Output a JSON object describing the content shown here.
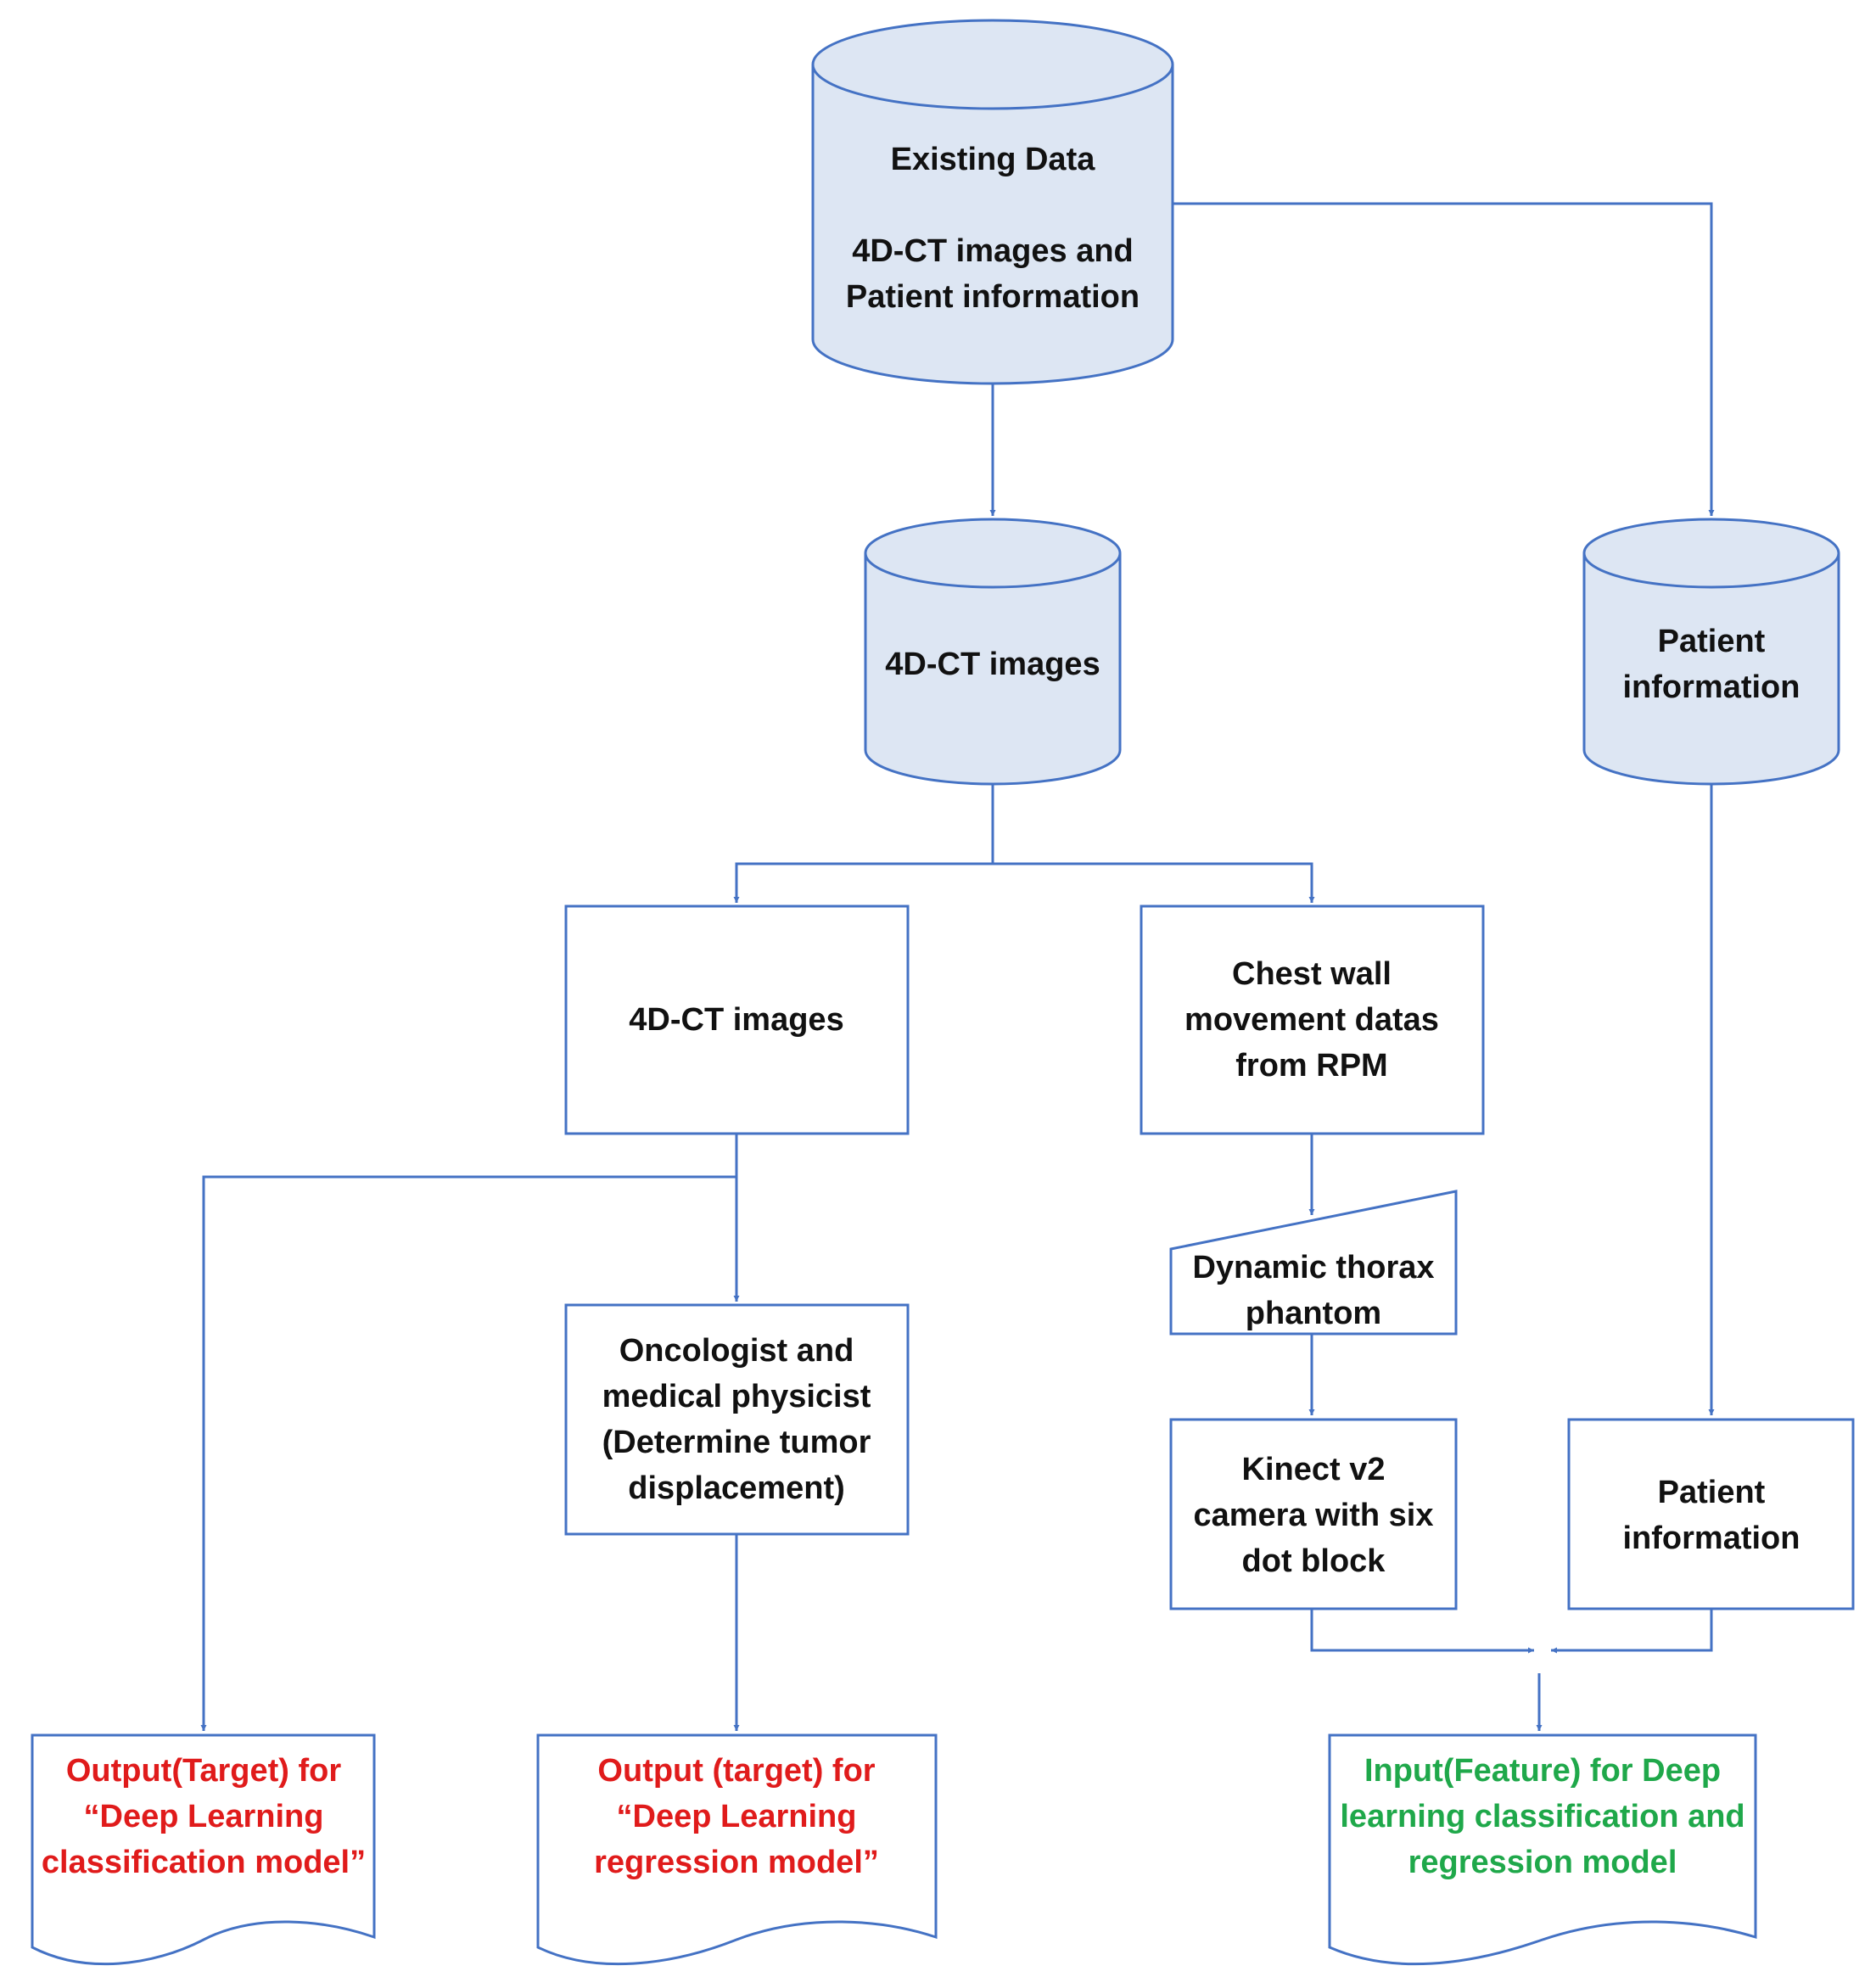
{
  "nodes": {
    "existing_data": {
      "lines": [
        "Existing Data",
        "",
        "4D-CT images and",
        "Patient information"
      ]
    },
    "ct_images_db": {
      "lines": [
        "4D-CT images"
      ]
    },
    "patient_info_db": {
      "lines": [
        "Patient",
        "information"
      ]
    },
    "ct_images_box": {
      "lines": [
        "4D-CT images"
      ]
    },
    "chest_wall_box": {
      "lines": [
        "Chest wall",
        "movement datas",
        "from RPM"
      ]
    },
    "phantom_box": {
      "lines": [
        "Dynamic thorax",
        "phantom"
      ]
    },
    "oncologist_box": {
      "lines": [
        "Oncologist and",
        "medical physicist",
        "(Determine tumor",
        "displacement)"
      ]
    },
    "kinect_box": {
      "lines": [
        "Kinect v2",
        "camera with six",
        "dot block"
      ]
    },
    "patient_info_box": {
      "lines": [
        "Patient",
        "information"
      ]
    },
    "output_classification": {
      "lines": [
        "Output(Target) for",
        "“Deep Learning",
        "classification model”"
      ],
      "color": "#e01b1b"
    },
    "output_regression": {
      "lines": [
        "Output (target) for",
        "“Deep Learning",
        "regression model”"
      ],
      "color": "#e01b1b"
    },
    "input_feature": {
      "lines": [
        "Input(Feature) for Deep",
        "learning classification and",
        "regression model"
      ],
      "color": "#1fa84a"
    }
  },
  "colors": {
    "stroke": "#4472c4",
    "cylinder_fill": "#dde6f3",
    "text": "#111111"
  }
}
